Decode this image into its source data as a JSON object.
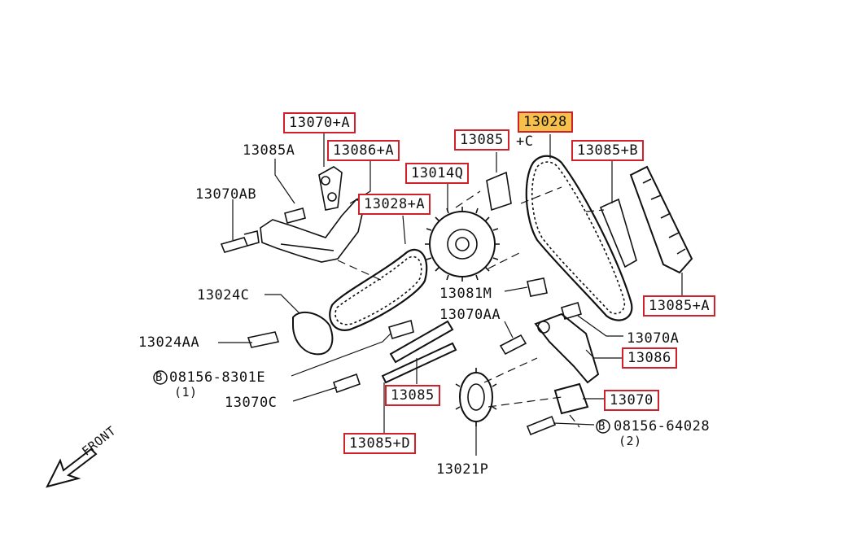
{
  "labels": {
    "p13070A_box": "13070+A",
    "p13085A": "13085A",
    "p13086A_box": "13086+A",
    "p13070AB": "13070AB",
    "p13014Q_box": "13014Q",
    "p13028A_box": "13028+A",
    "p13085C_box": "13085",
    "p13085C_tail": "+C",
    "p13028_box": "13028",
    "p13085B_box": "13085+B",
    "p13024C": "13024C",
    "p13081M": "13081M",
    "p13070AA": "13070AA",
    "p13085A2_box": "13085+A",
    "p13024AA": "13024AA",
    "p13070Aplain": "13070A",
    "p13086_box": "13086",
    "p08156_8301E": "08156-8301E",
    "p08156_8301E_qty": "(1)",
    "p13070C": "13070C",
    "p13085_box": "13085",
    "p13070_box": "13070",
    "p08156_64028": "08156-64028",
    "p08156_64028_qty": "(2)",
    "p13085D_box": "13085+D",
    "p13021P": "13021P",
    "front": "FRONT",
    "bolt_marker": "B"
  },
  "colors": {
    "box_border": "#d0202a",
    "highlight": "#f7c04a",
    "line": "#111111"
  }
}
